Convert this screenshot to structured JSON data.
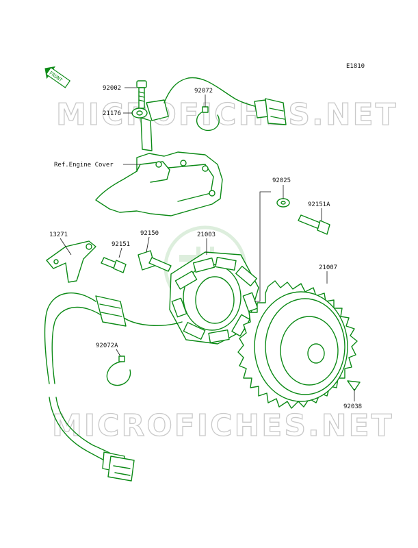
{
  "diagram_code": "E1810",
  "front_badge": "FRONT",
  "watermark_text": "MICROFICHES.NET",
  "colors": {
    "parts": "#0c8a16",
    "text": "#111111",
    "watermark": "#c9c9c9",
    "background": "#ffffff"
  },
  "labels": {
    "p92002": "92002",
    "p21176": "21176",
    "p92072": "92072",
    "ref_engine_cover": "Ref.Engine Cover",
    "p92025": "92025",
    "p92151A": "92151A",
    "p13271": "13271",
    "p92151": "92151",
    "p92150": "92150",
    "p21003": "21003",
    "p21007": "21007",
    "p92072A": "92072A",
    "p92038": "92038"
  }
}
